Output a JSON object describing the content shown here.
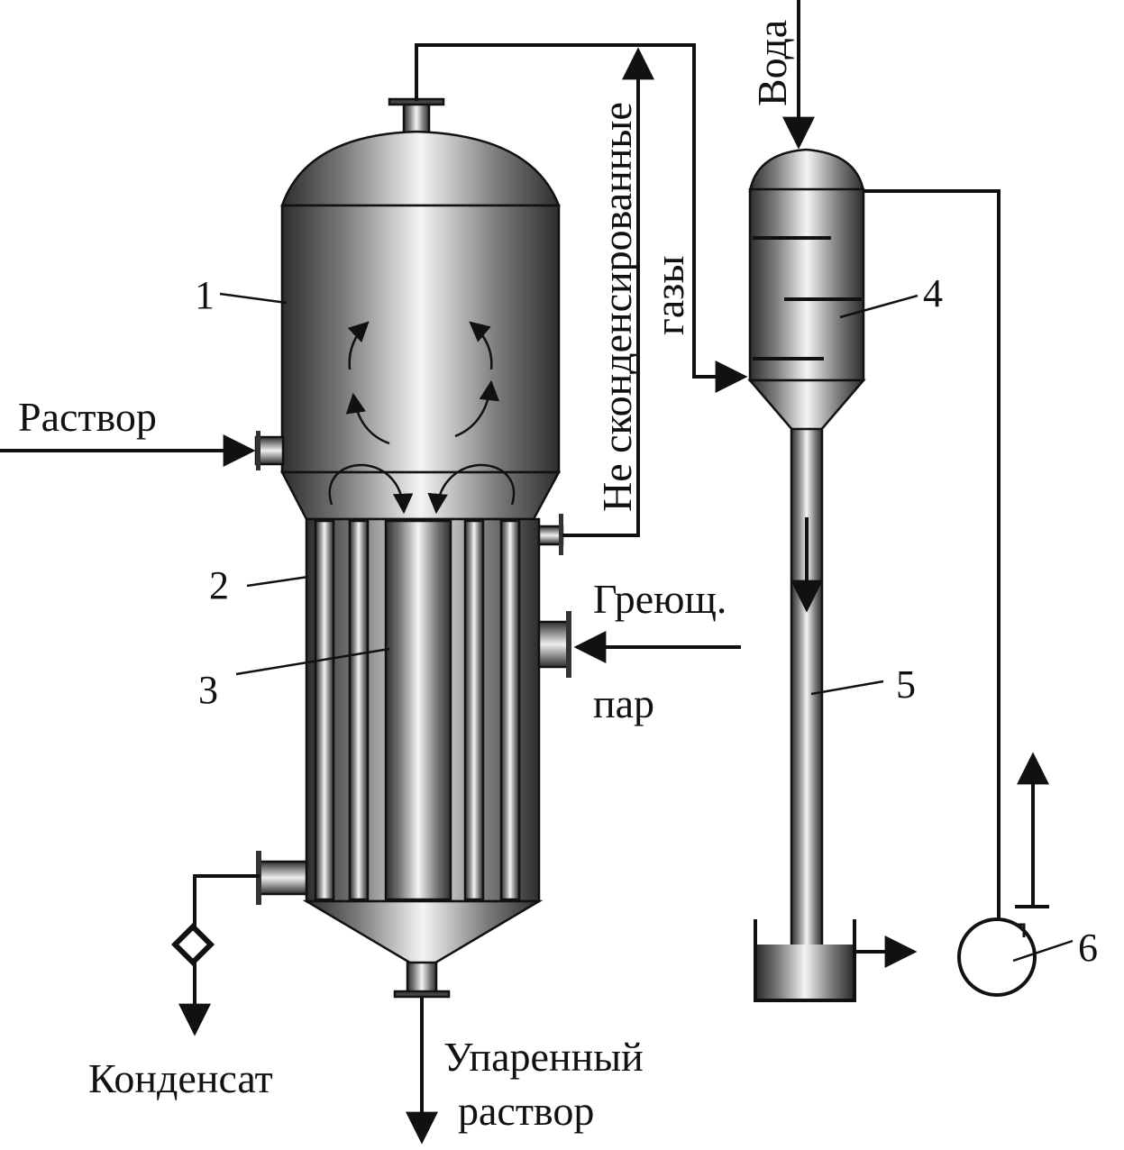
{
  "labels": {
    "solution_in": "Раствор",
    "water": "Вода",
    "noncondensed_gases_line1": "Не сконденсированные",
    "noncondensed_gases_line2": "газы",
    "heating_steam_line1": "Греющ.",
    "heating_steam_line2": "пар",
    "condensate": "Конденсат",
    "evaporated_solution_line1": "Упаренный",
    "evaporated_solution_line2": "раствор"
  },
  "callouts": [
    "1",
    "2",
    "3",
    "4",
    "5",
    "6"
  ],
  "colors": {
    "line": "#111111",
    "metal_dark": "#3a3a3a",
    "metal_light": "#f2f2f2"
  }
}
